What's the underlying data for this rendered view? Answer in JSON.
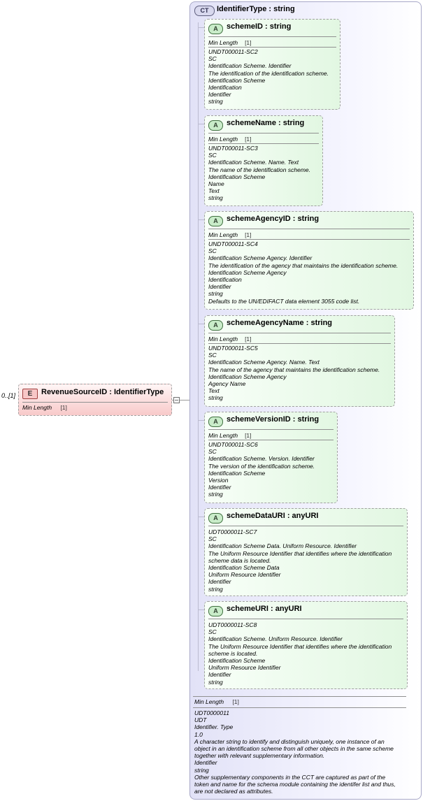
{
  "element": {
    "occurrence": "0..[1]",
    "badge": "E",
    "name": "RevenueSourceID",
    "type": "IdentifierType",
    "facet_label": "Min Length",
    "facet_value": "[1]"
  },
  "complex_type": {
    "badge": "CT",
    "name": "IdentifierType",
    "base": "string",
    "facet_label": "Min Length",
    "facet_value": "[1]",
    "doc": [
      "UDT0000011",
      "UDT",
      "Identifier. Type",
      "1.0",
      "A character string to identify and distinguish uniquely, one instance of an object in an identification scheme from all other objects in the same scheme together with relevant supplementary information.",
      "Identifier",
      "string",
      "Other supplementary components in the CCT are captured as part of the token and name for the schema module containing the identifer list and thus, are not declared as attributes."
    ]
  },
  "attribute_badge": "A",
  "attributes": [
    {
      "name": "schemeID",
      "type": "string",
      "facet_label": "Min Length",
      "facet_value": "[1]",
      "doc": [
        "UNDT000011-SC2",
        "SC",
        "Identification Scheme. Identifier",
        "The identification of the identification scheme.",
        "Identification Scheme",
        "Identification",
        "Identifier",
        "string"
      ]
    },
    {
      "name": "schemeName",
      "type": "string",
      "facet_label": "Min Length",
      "facet_value": "[1]",
      "doc": [
        "UNDT000011-SC3",
        "SC",
        "Identification Scheme. Name. Text",
        "The name of the identification scheme.",
        "Identification Scheme",
        "Name",
        "Text",
        "string"
      ]
    },
    {
      "name": "schemeAgencyID",
      "type": "string",
      "facet_label": "Min Length",
      "facet_value": "[1]",
      "doc": [
        "UNDT000011-SC4",
        "SC",
        "Identification Scheme Agency. Identifier",
        "The identification of the agency that maintains the identification scheme.",
        "Identification Scheme Agency",
        "Identification",
        "Identifier",
        "string",
        "Defaults to the UN/EDIFACT data element 3055 code list."
      ]
    },
    {
      "name": "schemeAgencyName",
      "type": "string",
      "facet_label": "Min Length",
      "facet_value": "[1]",
      "doc": [
        "UNDT000011-SC5",
        "SC",
        "Identification Scheme Agency. Name. Text",
        "The name of the agency that maintains the identification scheme.",
        "Identification Scheme Agency",
        "Agency Name",
        "Text",
        "string"
      ]
    },
    {
      "name": "schemeVersionID",
      "type": "string",
      "facet_label": "Min Length",
      "facet_value": "[1]",
      "doc": [
        "UNDT000011-SC6",
        "SC",
        "Identification Scheme. Version. Identifier",
        "The version of the identification scheme.",
        "Identification Scheme",
        "Version",
        "Identifier",
        "string"
      ]
    },
    {
      "name": "schemeDataURI",
      "type": "anyURI",
      "doc": [
        "UDT0000011-SC7",
        "SC",
        "Identification Scheme Data. Uniform Resource. Identifier",
        "The Uniform Resource Identifier that identifies where the identification scheme data is located.",
        "Identification Scheme Data",
        "Uniform Resource Identifier",
        "Identifier",
        "string"
      ]
    },
    {
      "name": "schemeURI",
      "type": "anyURI",
      "doc": [
        "UDT0000011-SC8",
        "SC",
        "Identification Scheme. Uniform Resource. Identifier",
        "The Uniform Resource Identifier that identifies where the identification scheme is located.",
        "Identification Scheme",
        "Uniform Resource Identifier",
        "Identifier",
        "string"
      ]
    }
  ]
}
